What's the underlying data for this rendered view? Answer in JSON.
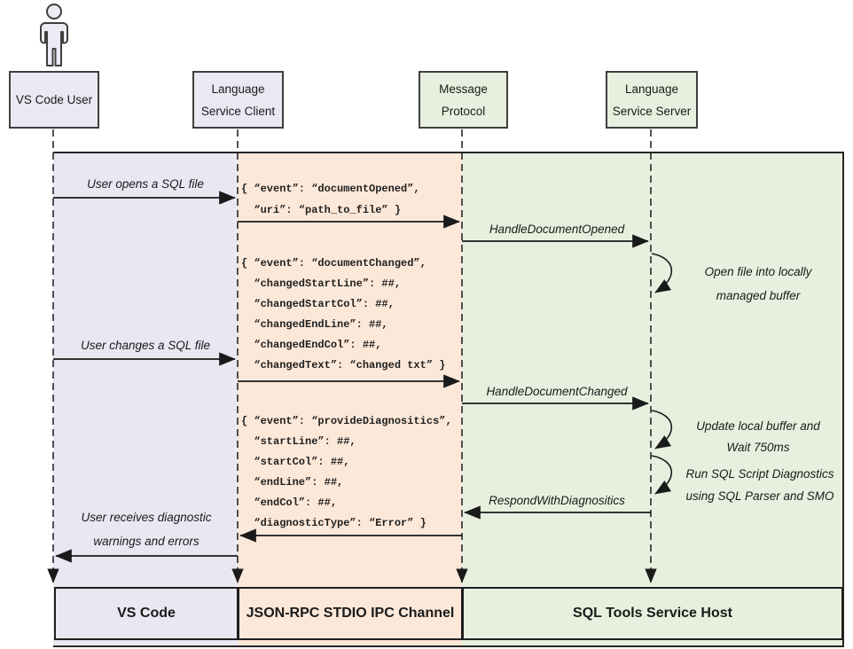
{
  "participants": [
    {
      "lines": [
        "VS Code User"
      ]
    },
    {
      "lines": [
        "Language",
        "Service Client"
      ]
    },
    {
      "lines": [
        "Message",
        "Protocol"
      ]
    },
    {
      "lines": [
        "Language",
        "Service Server"
      ]
    }
  ],
  "labels": {
    "user_opens": "User opens a SQL file",
    "user_changes": "User changes a SQL file",
    "user_receives": [
      "User receives diagnostic",
      "warnings and errors"
    ],
    "handle_opened": "HandleDocumentOpened",
    "handle_changed": "HandleDocumentChanged",
    "respond_diag": "RespondWithDiagnositics",
    "note_open_buffer": [
      "Open file into locally",
      "managed buffer"
    ],
    "note_update_buffer": [
      "Update local buffer and",
      "Wait 750ms"
    ],
    "note_run_diag": [
      "Run SQL Script Diagnostics",
      "using SQL Parser and SMO"
    ]
  },
  "payloads": {
    "document_opened": [
      "{ “event”: “documentOpened”,",
      "  “uri”: “path_to_file” }"
    ],
    "document_changed": [
      "{ “event”: “documentChanged”,",
      "  “changedStartLine”: ##,",
      "  “changedStartCol”: ##,",
      "  “changedEndLine”: ##,",
      "  “changedEndCol”: ##,",
      "  “changedText”: “changed txt” }"
    ],
    "provide_diagnostics": [
      "{ “event”: “provideDiagnositics”,",
      "  “startLine”: ##,",
      "  “startCol”: ##,",
      "  “endLine”: ##,",
      "  “endCol”: ##,",
      "  “diagnosticType”: “Error” }"
    ]
  },
  "footer": {
    "vs_code": "VS Code",
    "ipc_channel": "JSON-RPC STDIO IPC Channel",
    "service_host": "SQL Tools Service Host"
  },
  "colors": {
    "lane_user": "#e9e7f1",
    "lane_ipc_channel": "#fce8d9",
    "lane_service_host": "#e7f0de",
    "line": "#262626"
  }
}
